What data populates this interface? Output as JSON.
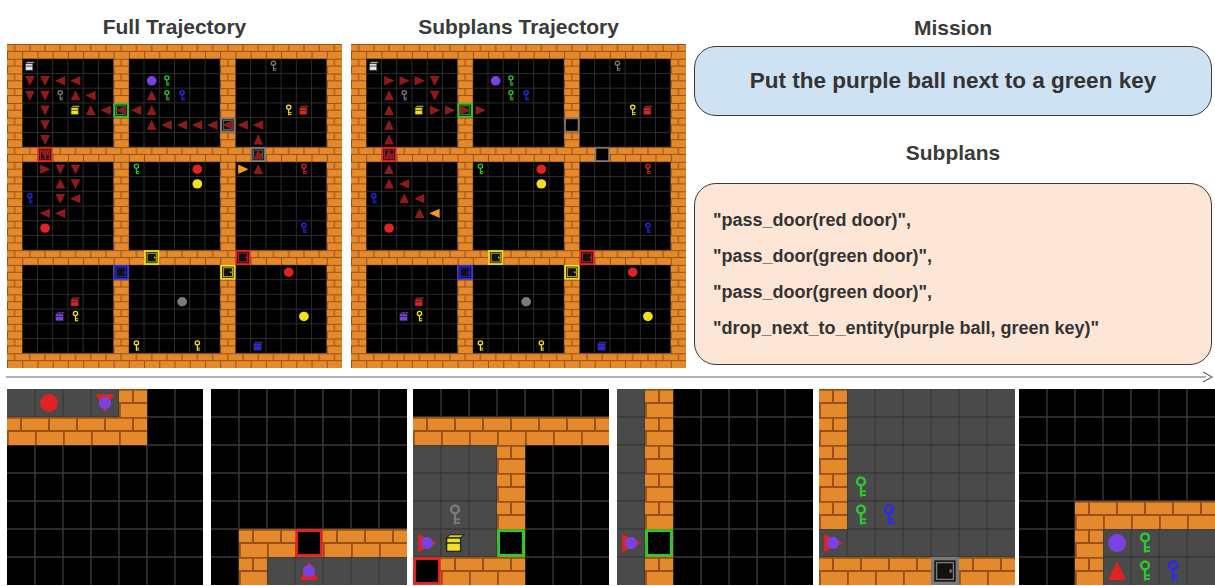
{
  "diagram": {
    "nodes": [
      {
        "text": [
          "Mission",
          "Put the purple ball next to a green key"
        ]
      },
      {
        "text": [
          "Subplans",
          "\"pass_door(red door)\",",
          "\"pass_door(green door)\",",
          "\"pass_door(green door)\",",
          "\"drop_next_to_entity(purple ball, green key)\""
        ]
      }
    ],
    "labels": [
      "Full Trajectory",
      "Subplans Trajectory"
    ]
  }
}
